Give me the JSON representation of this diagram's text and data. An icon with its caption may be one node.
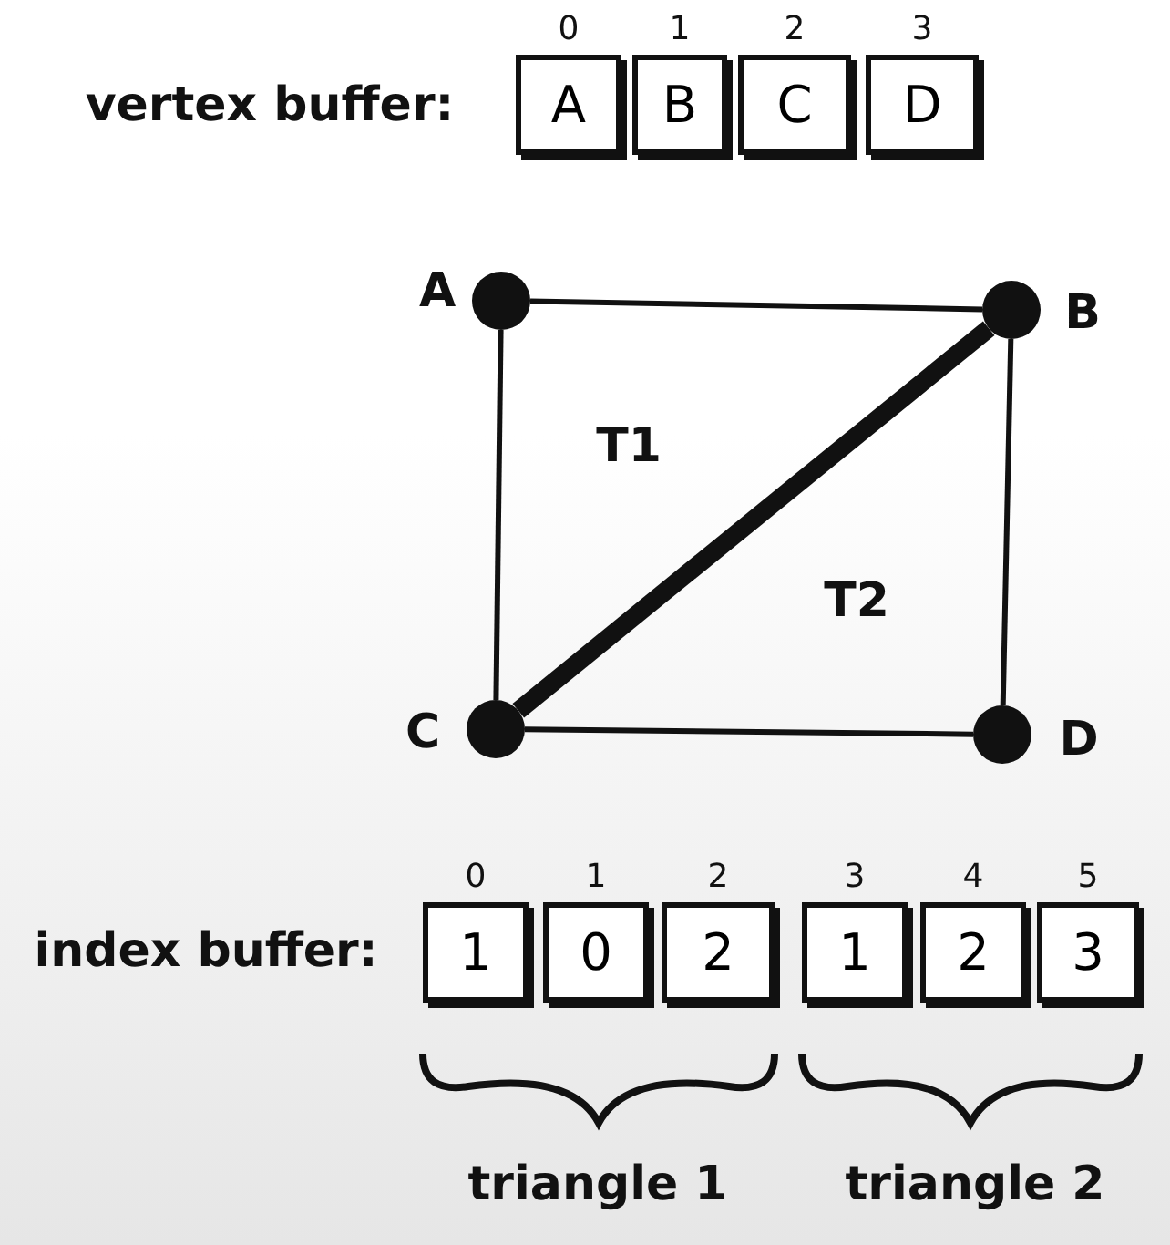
{
  "diagram": {
    "nodes": [
      {
        "text": [
          "A"
        ],
        "beside": [
          "0"
        ]
      },
      {
        "text": [
          "B"
        ],
        "beside": [
          "1"
        ]
      },
      {
        "text": [
          "C"
        ],
        "beside": [
          "2"
        ]
      },
      {
        "text": [
          "D"
        ],
        "beside": [
          "3"
        ]
      },
      {
        "text": [],
        "shape": "circle",
        "beside": [
          "A"
        ]
      },
      {
        "text": [],
        "shape": "circle",
        "beside": [
          "B"
        ]
      },
      {
        "text": [],
        "shape": "circle",
        "beside": [
          "C"
        ]
      },
      {
        "text": [],
        "shape": "circle",
        "beside": [
          "D"
        ]
      },
      {
        "text": [
          "1"
        ],
        "beside": [
          "0"
        ]
      },
      {
        "text": [
          "0"
        ],
        "beside": [
          "1"
        ]
      },
      {
        "text": [
          "2"
        ],
        "beside": [
          "2"
        ]
      },
      {
        "text": [
          "1"
        ],
        "beside": [
          "3"
        ]
      },
      {
        "text": [
          "2"
        ],
        "beside": [
          "4"
        ]
      },
      {
        "text": [
          "3"
        ],
        "beside": [
          "5"
        ]
      }
    ],
    "edges": [
      {
        "from": 4,
        "to": 5,
        "arrow": "none"
      },
      {
        "from": 4,
        "to": 6,
        "arrow": "none"
      },
      {
        "from": 5,
        "to": 7,
        "arrow": "none"
      },
      {
        "from": 6,
        "to": 7,
        "arrow": "none"
      },
      {
        "from": 6,
        "to": 5,
        "arrow": "none",
        "style": "thick"
      }
    ],
    "labels": [
      "vertex buffer:",
      "T1",
      "T2",
      "index buffer:",
      "triangle 1",
      "triangle 2"
    ]
  }
}
